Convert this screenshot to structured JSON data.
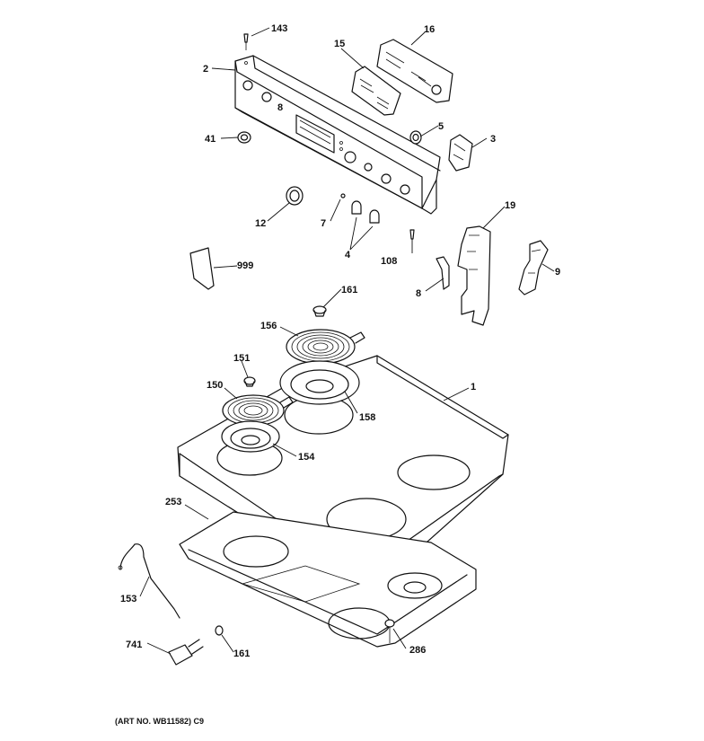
{
  "parts": [
    {
      "id": "143",
      "label": "143"
    },
    {
      "id": "2",
      "label": "2"
    },
    {
      "id": "15",
      "label": "15"
    },
    {
      "id": "16",
      "label": "16"
    },
    {
      "id": "41",
      "label": "41"
    },
    {
      "id": "5",
      "label": "5"
    },
    {
      "id": "3",
      "label": "3"
    },
    {
      "id": "12",
      "label": "12"
    },
    {
      "id": "7",
      "label": "7"
    },
    {
      "id": "4",
      "label": "4"
    },
    {
      "id": "108",
      "label": "108"
    },
    {
      "id": "19",
      "label": "19"
    },
    {
      "id": "999",
      "label": "999"
    },
    {
      "id": "8",
      "label": "8"
    },
    {
      "id": "9",
      "label": "9"
    },
    {
      "id": "161a",
      "label": "161"
    },
    {
      "id": "156",
      "label": "156"
    },
    {
      "id": "151",
      "label": "151"
    },
    {
      "id": "1",
      "label": "1"
    },
    {
      "id": "150",
      "label": "150"
    },
    {
      "id": "158",
      "label": "158"
    },
    {
      "id": "154",
      "label": "154"
    },
    {
      "id": "253",
      "label": "253"
    },
    {
      "id": "153",
      "label": "153"
    },
    {
      "id": "741",
      "label": "741"
    },
    {
      "id": "161b",
      "label": "161"
    },
    {
      "id": "286",
      "label": "286"
    }
  ],
  "footer": {
    "art_no": "(ART NO. WB11582) C9"
  },
  "panel_marking": "8"
}
